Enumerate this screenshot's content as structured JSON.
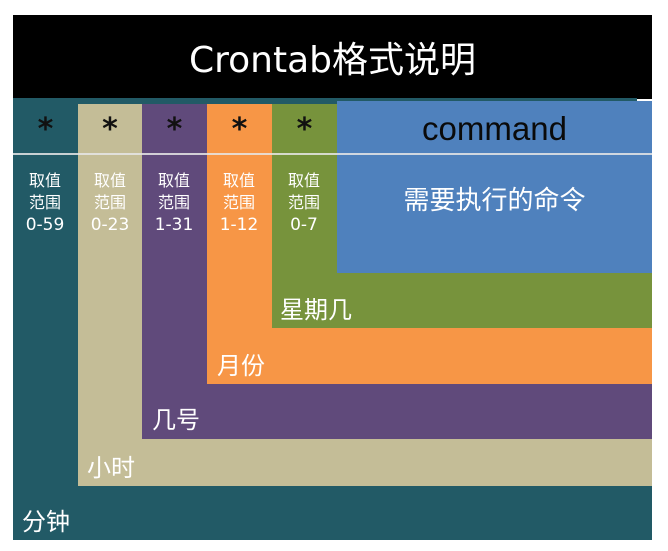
{
  "title": "Crontab格式说明",
  "colors": {
    "minute": "#225a66",
    "hour": "#c4bd97",
    "day": "#604a7b",
    "month": "#f79646",
    "weekday": "#77933c",
    "command": "#4f81bd",
    "title_bg": "#000000"
  },
  "fields": [
    {
      "symbol": "*",
      "range_label_1": "取值",
      "range_label_2": "范围",
      "range": "0-59",
      "name": "分钟"
    },
    {
      "symbol": "*",
      "range_label_1": "取值",
      "range_label_2": "范围",
      "range": "0-23",
      "name": "小时"
    },
    {
      "symbol": "*",
      "range_label_1": "取值",
      "range_label_2": "范围",
      "range": "1-31",
      "name": "几号"
    },
    {
      "symbol": "*",
      "range_label_1": "取值",
      "range_label_2": "范围",
      "range": "1-12",
      "name": "月份"
    },
    {
      "symbol": "*",
      "range_label_1": "取值",
      "range_label_2": "范围",
      "range": "0-7",
      "name": "星期几"
    }
  ],
  "command": {
    "label": "command",
    "description": "需要执行的命令"
  }
}
